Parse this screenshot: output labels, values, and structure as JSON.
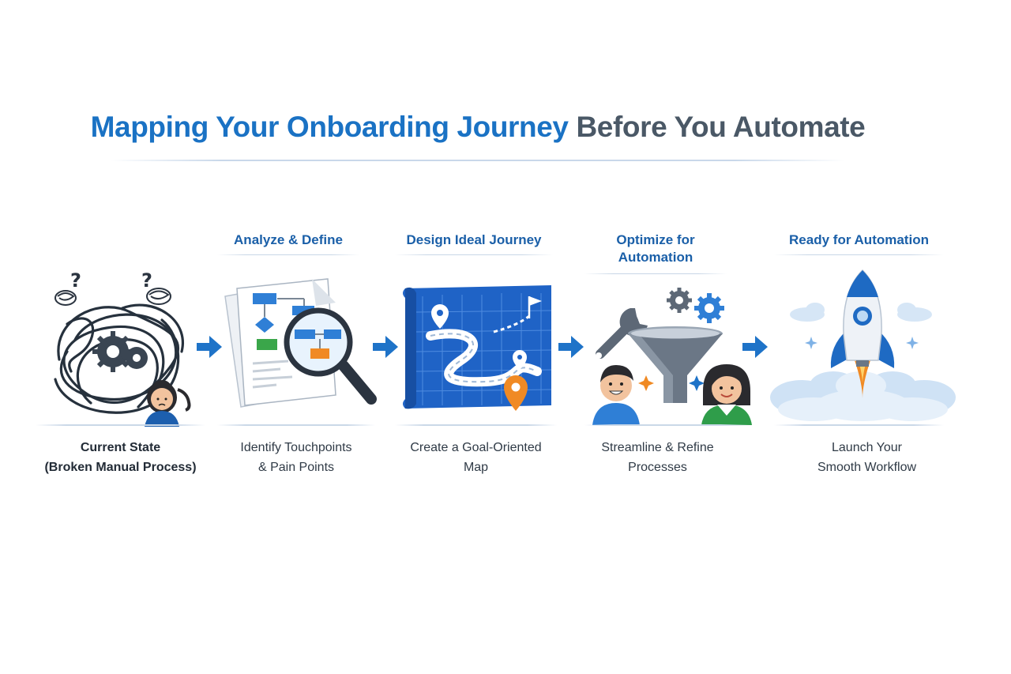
{
  "title": {
    "part1": "Mapping Your Onboarding Journey",
    "part2": "Before You Automate"
  },
  "stages": [
    {
      "heading": [
        "",
        ""
      ],
      "caption": [
        "Current State",
        "(Broken Manual Process)"
      ],
      "icon": "tangled-process-icon"
    },
    {
      "heading": [
        "Analyze & Define",
        ""
      ],
      "caption": [
        "Identify Touchpoints",
        "& Pain Points"
      ],
      "icon": "magnifier-documents-icon"
    },
    {
      "heading": [
        "Design Ideal Journey",
        ""
      ],
      "caption": [
        "Create a Goal-Oriented",
        "Map"
      ],
      "icon": "blueprint-map-icon"
    },
    {
      "heading": [
        "Optimize for",
        "Automation"
      ],
      "caption": [
        "Streamline & Refine",
        "Processes"
      ],
      "icon": "funnel-tools-icon"
    },
    {
      "heading": [
        "Ready for Automation",
        ""
      ],
      "caption": [
        "Launch Your",
        "Smooth Workflow"
      ],
      "icon": "rocket-launch-icon"
    }
  ],
  "colors": {
    "primary_blue": "#1a72c4",
    "title_gray": "#4a5866",
    "heading_blue": "#1a5fa8",
    "arrow_blue": "#1e73c8",
    "accent_orange": "#f08a24"
  }
}
